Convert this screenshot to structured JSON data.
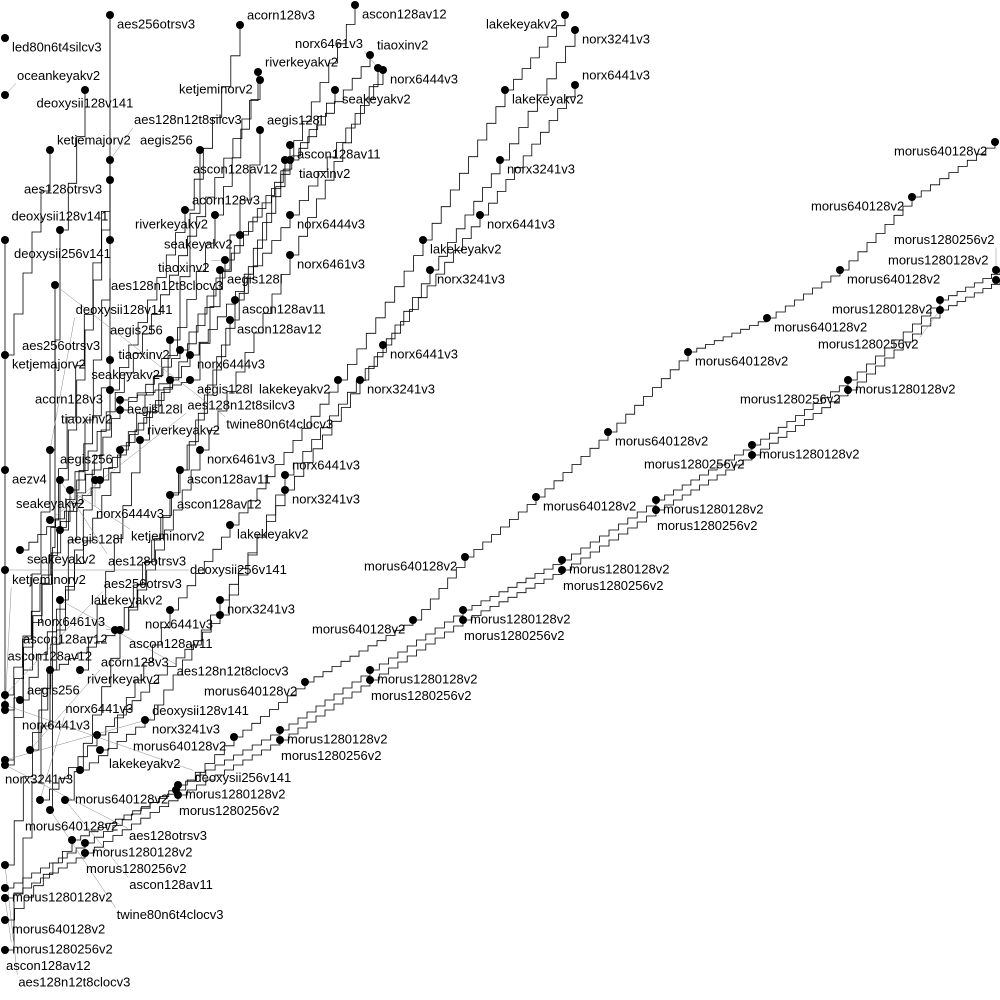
{
  "chart_data": {
    "type": "line",
    "title": "",
    "xlabel": "",
    "ylabel": "",
    "xlim": [
      0,
      100
    ],
    "ylim": [
      0,
      100
    ],
    "grid": false,
    "legend": "none (labels beside each point)",
    "series": [
      {
        "name": "morus640128v2",
        "points": [
          [
            99.5,
            85.8
          ],
          [
            91.2,
            80.3
          ],
          [
            84,
            73
          ],
          [
            76.7,
            68.2
          ],
          [
            68.8,
            64.8
          ],
          [
            60.8,
            56.8
          ],
          [
            53.6,
            50.3
          ],
          [
            46.5,
            44.3
          ],
          [
            41.3,
            38
          ],
          [
            30.5,
            31.8
          ],
          [
            23.4,
            26.3
          ],
          [
            17.6,
            21
          ],
          [
            7.2,
            16
          ],
          [
            0.5,
            8
          ]
        ]
      },
      {
        "name": "morus1280128v2",
        "points": [
          [
            100,
            73
          ],
          [
            94,
            70
          ],
          [
            84.8,
            62
          ],
          [
            75.2,
            55.5
          ],
          [
            65.6,
            50
          ],
          [
            56.2,
            44
          ],
          [
            46.3,
            39
          ],
          [
            37,
            33
          ],
          [
            28,
            27
          ],
          [
            17.8,
            21.5
          ],
          [
            8.5,
            15.7
          ],
          [
            0.5,
            11.2
          ]
        ]
      },
      {
        "name": "morus1280256v2",
        "points": [
          [
            100,
            72
          ],
          [
            94,
            69
          ],
          [
            84.8,
            61
          ],
          [
            75.2,
            54.5
          ],
          [
            65.6,
            49
          ],
          [
            56.2,
            43
          ],
          [
            46.3,
            38
          ],
          [
            37,
            32
          ],
          [
            28,
            26
          ],
          [
            17.8,
            20.5
          ],
          [
            8.5,
            14.7
          ],
          [
            0.5,
            10.2
          ]
        ]
      },
      {
        "name": "lakekeyakv2",
        "points": [
          [
            56.5,
            98.5
          ],
          [
            50.5,
            91
          ],
          [
            42.3,
            76
          ],
          [
            33.8,
            62
          ],
          [
            23,
            47.5
          ],
          [
            17,
            39
          ],
          [
            10,
            25
          ]
        ]
      },
      {
        "name": "norx3241v3",
        "points": [
          [
            57.5,
            97
          ],
          [
            50,
            84
          ],
          [
            43,
            73
          ],
          [
            36,
            62
          ],
          [
            28.5,
            51
          ],
          [
            22,
            40
          ],
          [
            14.5,
            28
          ],
          [
            8,
            23
          ]
        ]
      },
      {
        "name": "norx6441v3",
        "points": [
          [
            57.5,
            91.5
          ],
          [
            48,
            78.5
          ],
          [
            38.3,
            65.5
          ],
          [
            28.5,
            52.5
          ],
          [
            22,
            38.5
          ],
          [
            9.7,
            26.5
          ],
          [
            4,
            20
          ]
        ]
      },
      {
        "name": "ascon128av12",
        "points": [
          [
            35.5,
            99.5
          ],
          [
            28.5,
            84
          ],
          [
            23,
            68
          ],
          [
            17,
            50.5
          ],
          [
            11.5,
            37
          ],
          [
            5,
            33
          ],
          [
            0.5,
            5
          ]
        ]
      },
      {
        "name": "ascon128av11",
        "points": [
          [
            29,
            85.5
          ],
          [
            23.5,
            70
          ],
          [
            18,
            53
          ],
          [
            12,
            37
          ],
          [
            6.5,
            20
          ]
        ]
      },
      {
        "name": "aegis128l",
        "points": [
          [
            26,
            87
          ],
          [
            22,
            73
          ],
          [
            19,
            62
          ],
          [
            12,
            60
          ],
          [
            6,
            47
          ]
        ]
      },
      {
        "name": "aegis256",
        "points": [
          [
            20,
            85
          ],
          [
            17,
            66
          ],
          [
            12,
            55
          ],
          [
            2,
            30
          ]
        ]
      },
      {
        "name": "seakeyakv2",
        "points": [
          [
            33.5,
            91
          ],
          [
            24,
            76.5
          ],
          [
            17,
            62
          ],
          [
            10,
            52
          ],
          [
            2,
            45
          ]
        ]
      },
      {
        "name": "riverkeyakv2",
        "points": [
          [
            25.8,
            92.8
          ],
          [
            21.5,
            78.5
          ],
          [
            14,
            56
          ],
          [
            8,
            33
          ]
        ]
      },
      {
        "name": "tiaoxinv2",
        "points": [
          [
            37,
            94.5
          ],
          [
            29,
            84
          ],
          [
            22.5,
            74
          ],
          [
            18,
            65
          ],
          [
            12,
            59
          ]
        ]
      },
      {
        "name": "norx6444v3",
        "points": [
          [
            38.3,
            93
          ],
          [
            29,
            78.5
          ],
          [
            19,
            64.5
          ],
          [
            9.5,
            52
          ]
        ]
      },
      {
        "name": "norx6461v3",
        "points": [
          [
            37.8,
            93.2
          ],
          [
            29,
            74.5
          ],
          [
            20,
            55
          ],
          [
            12,
            37
          ]
        ]
      },
      {
        "name": "acorn128v3",
        "points": [
          [
            24,
            97.5
          ],
          [
            18.5,
            79
          ],
          [
            11,
            61
          ],
          [
            3,
            25
          ]
        ]
      },
      {
        "name": "ketjemajorv2",
        "points": [
          [
            5,
            85
          ],
          [
            0.5,
            64.5
          ]
        ]
      },
      {
        "name": "ketjeminorv2",
        "points": [
          [
            26,
            92
          ],
          [
            7,
            51
          ],
          [
            0.5,
            29
          ]
        ]
      },
      {
        "name": "aes256otrsv3",
        "points": [
          [
            11,
            98.5
          ],
          [
            11,
            64
          ],
          [
            0.5,
            30.5
          ]
        ]
      },
      {
        "name": "aes128otrsv3",
        "points": [
          [
            11,
            82
          ],
          [
            6,
            52
          ],
          [
            0.5,
            23.5
          ]
        ]
      },
      {
        "name": "deoxysii128v141",
        "points": [
          [
            8.5,
            91
          ],
          [
            6,
            77
          ],
          [
            5,
            55
          ],
          [
            0.5,
            24
          ]
        ]
      },
      {
        "name": "deoxysii256v141",
        "points": [
          [
            0.5,
            76
          ],
          [
            0.5,
            43
          ],
          [
            0.5,
            29.5
          ]
        ]
      },
      {
        "name": "aes128n12t8silcv3",
        "points": [
          [
            11,
            84
          ],
          [
            5,
            48
          ]
        ]
      },
      {
        "name": "aes128n12t8clocv3",
        "points": [
          [
            11,
            76
          ],
          [
            6,
            40
          ],
          [
            0.5,
            13.5
          ]
        ]
      },
      {
        "name": "led80n6t4silcv3",
        "points": [
          [
            0.5,
            96.2
          ]
        ]
      },
      {
        "name": "oceankeyakv2",
        "points": [
          [
            0.5,
            90.5
          ]
        ]
      },
      {
        "name": "twine80n6t4clocv3",
        "points": [
          [
            5.5,
            71.5
          ],
          [
            5,
            19
          ]
        ]
      },
      {
        "name": "aezv4",
        "points": [
          [
            0.5,
            53
          ]
        ]
      }
    ]
  }
}
